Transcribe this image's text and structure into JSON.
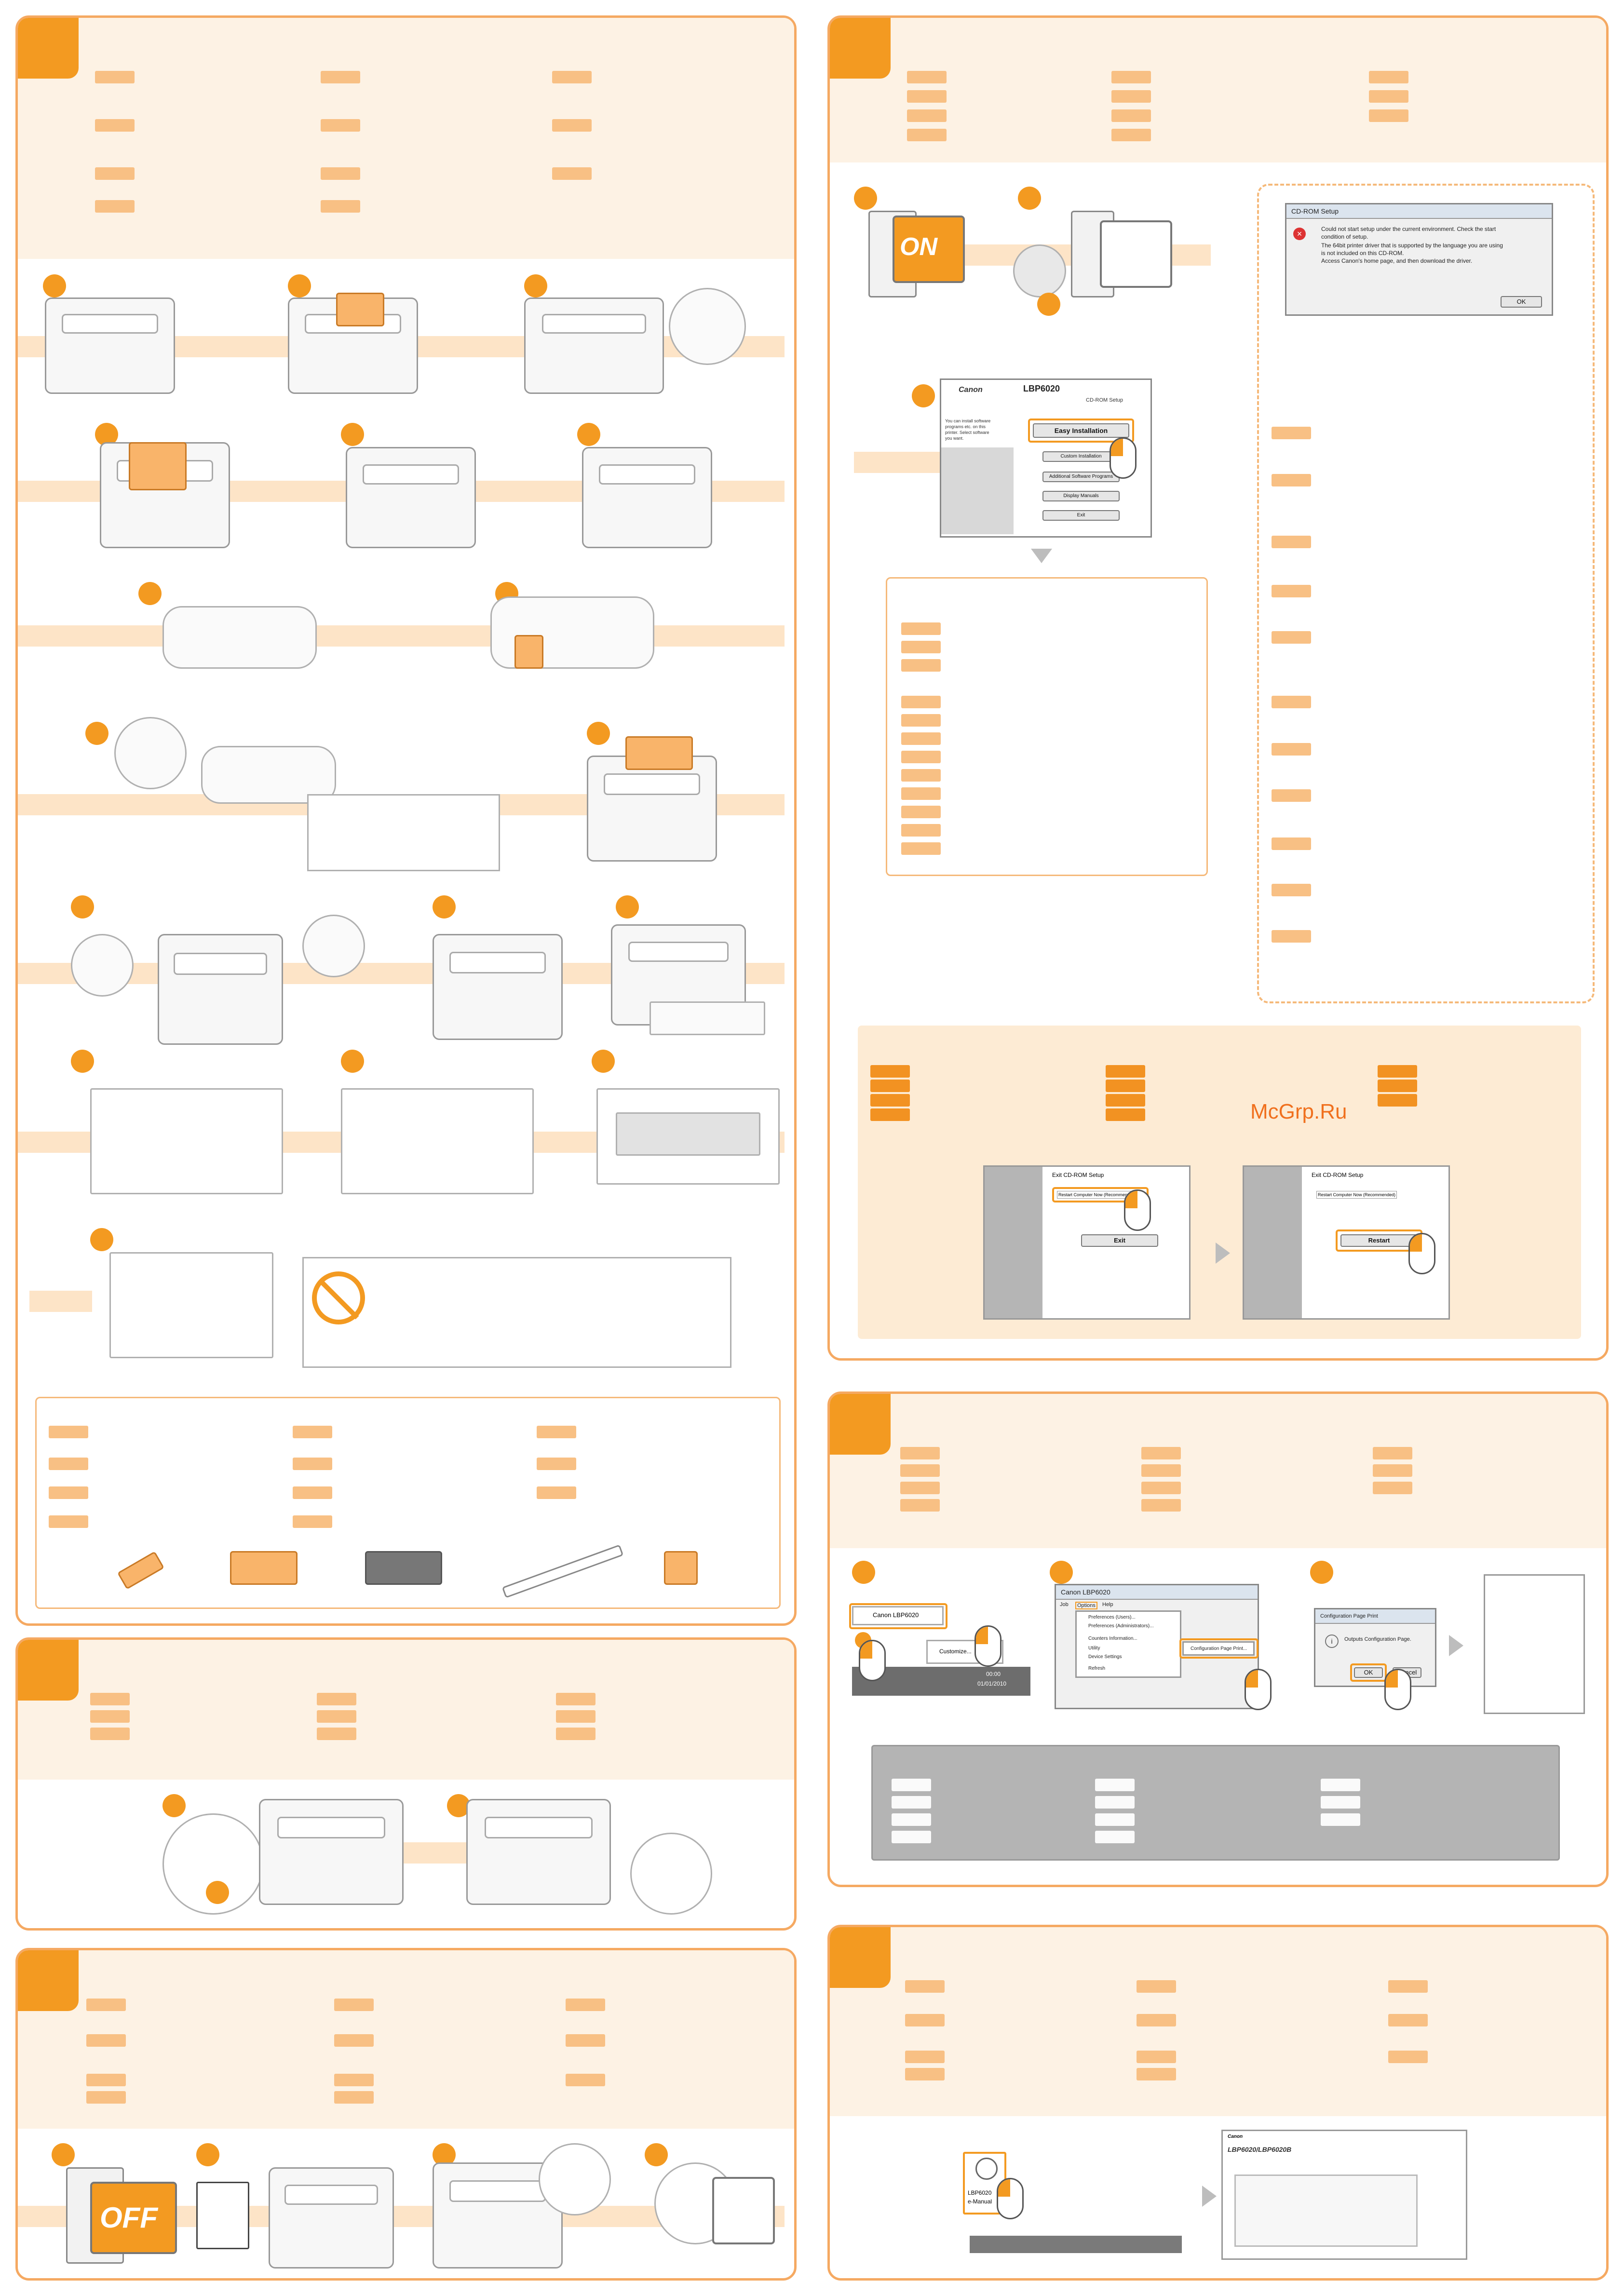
{
  "cdrom_dialog": {
    "title": "CD-ROM Setup",
    "message_lines": [
      "Could not start setup under the current environment. Check the start",
      "condition of setup.",
      "The 64bit printer driver that is supported by the language you are using",
      "is not included on this CD-ROM.",
      "Access Canon's home page, and then download the driver."
    ],
    "ok": "OK"
  },
  "power_on": {
    "label": "ON"
  },
  "power_off": {
    "label": "OFF"
  },
  "cd_setup": {
    "brand": "Canon",
    "model": "LBP6020",
    "subtitle": "CD-ROM Setup",
    "side_text": [
      "You can install software",
      "programs etc. on this",
      "printer. Select software",
      "you want."
    ],
    "buttons": [
      "Easy Installation",
      "Custom Installation",
      "Additional Software Programs",
      "Display Manuals",
      "Exit"
    ]
  },
  "exit_setup": {
    "title": "Exit CD-ROM Setup",
    "checkbox": "Restart Computer Now (Recommended)",
    "exit_button": "Exit",
    "restart_button": "Restart"
  },
  "tray_menu": {
    "printer": "Canon LBP6020",
    "customize": "Customize...",
    "time": "00:00",
    "date": "01/01/2010"
  },
  "utility_window": {
    "title": "Canon LBP6020",
    "menu": [
      "Job",
      "Options",
      "Help"
    ],
    "items": [
      "Preferences (Users)...",
      "Preferences (Administrators)...",
      "Counters Information...",
      "Utility",
      "Device Settings",
      "Refresh"
    ],
    "submenu": "Configuration Page Print..."
  },
  "config_dialog": {
    "title": "Configuration Page Print",
    "message": "Outputs Configuration Page.",
    "ok": "OK",
    "cancel": "Cancel"
  },
  "emanual": {
    "icon_label_1": "LBP6020",
    "icon_label_2": "e-Manual",
    "brand": "Canon",
    "model": "LBP6020/LBP6020B"
  },
  "watermark": "McGrp.Ru"
}
